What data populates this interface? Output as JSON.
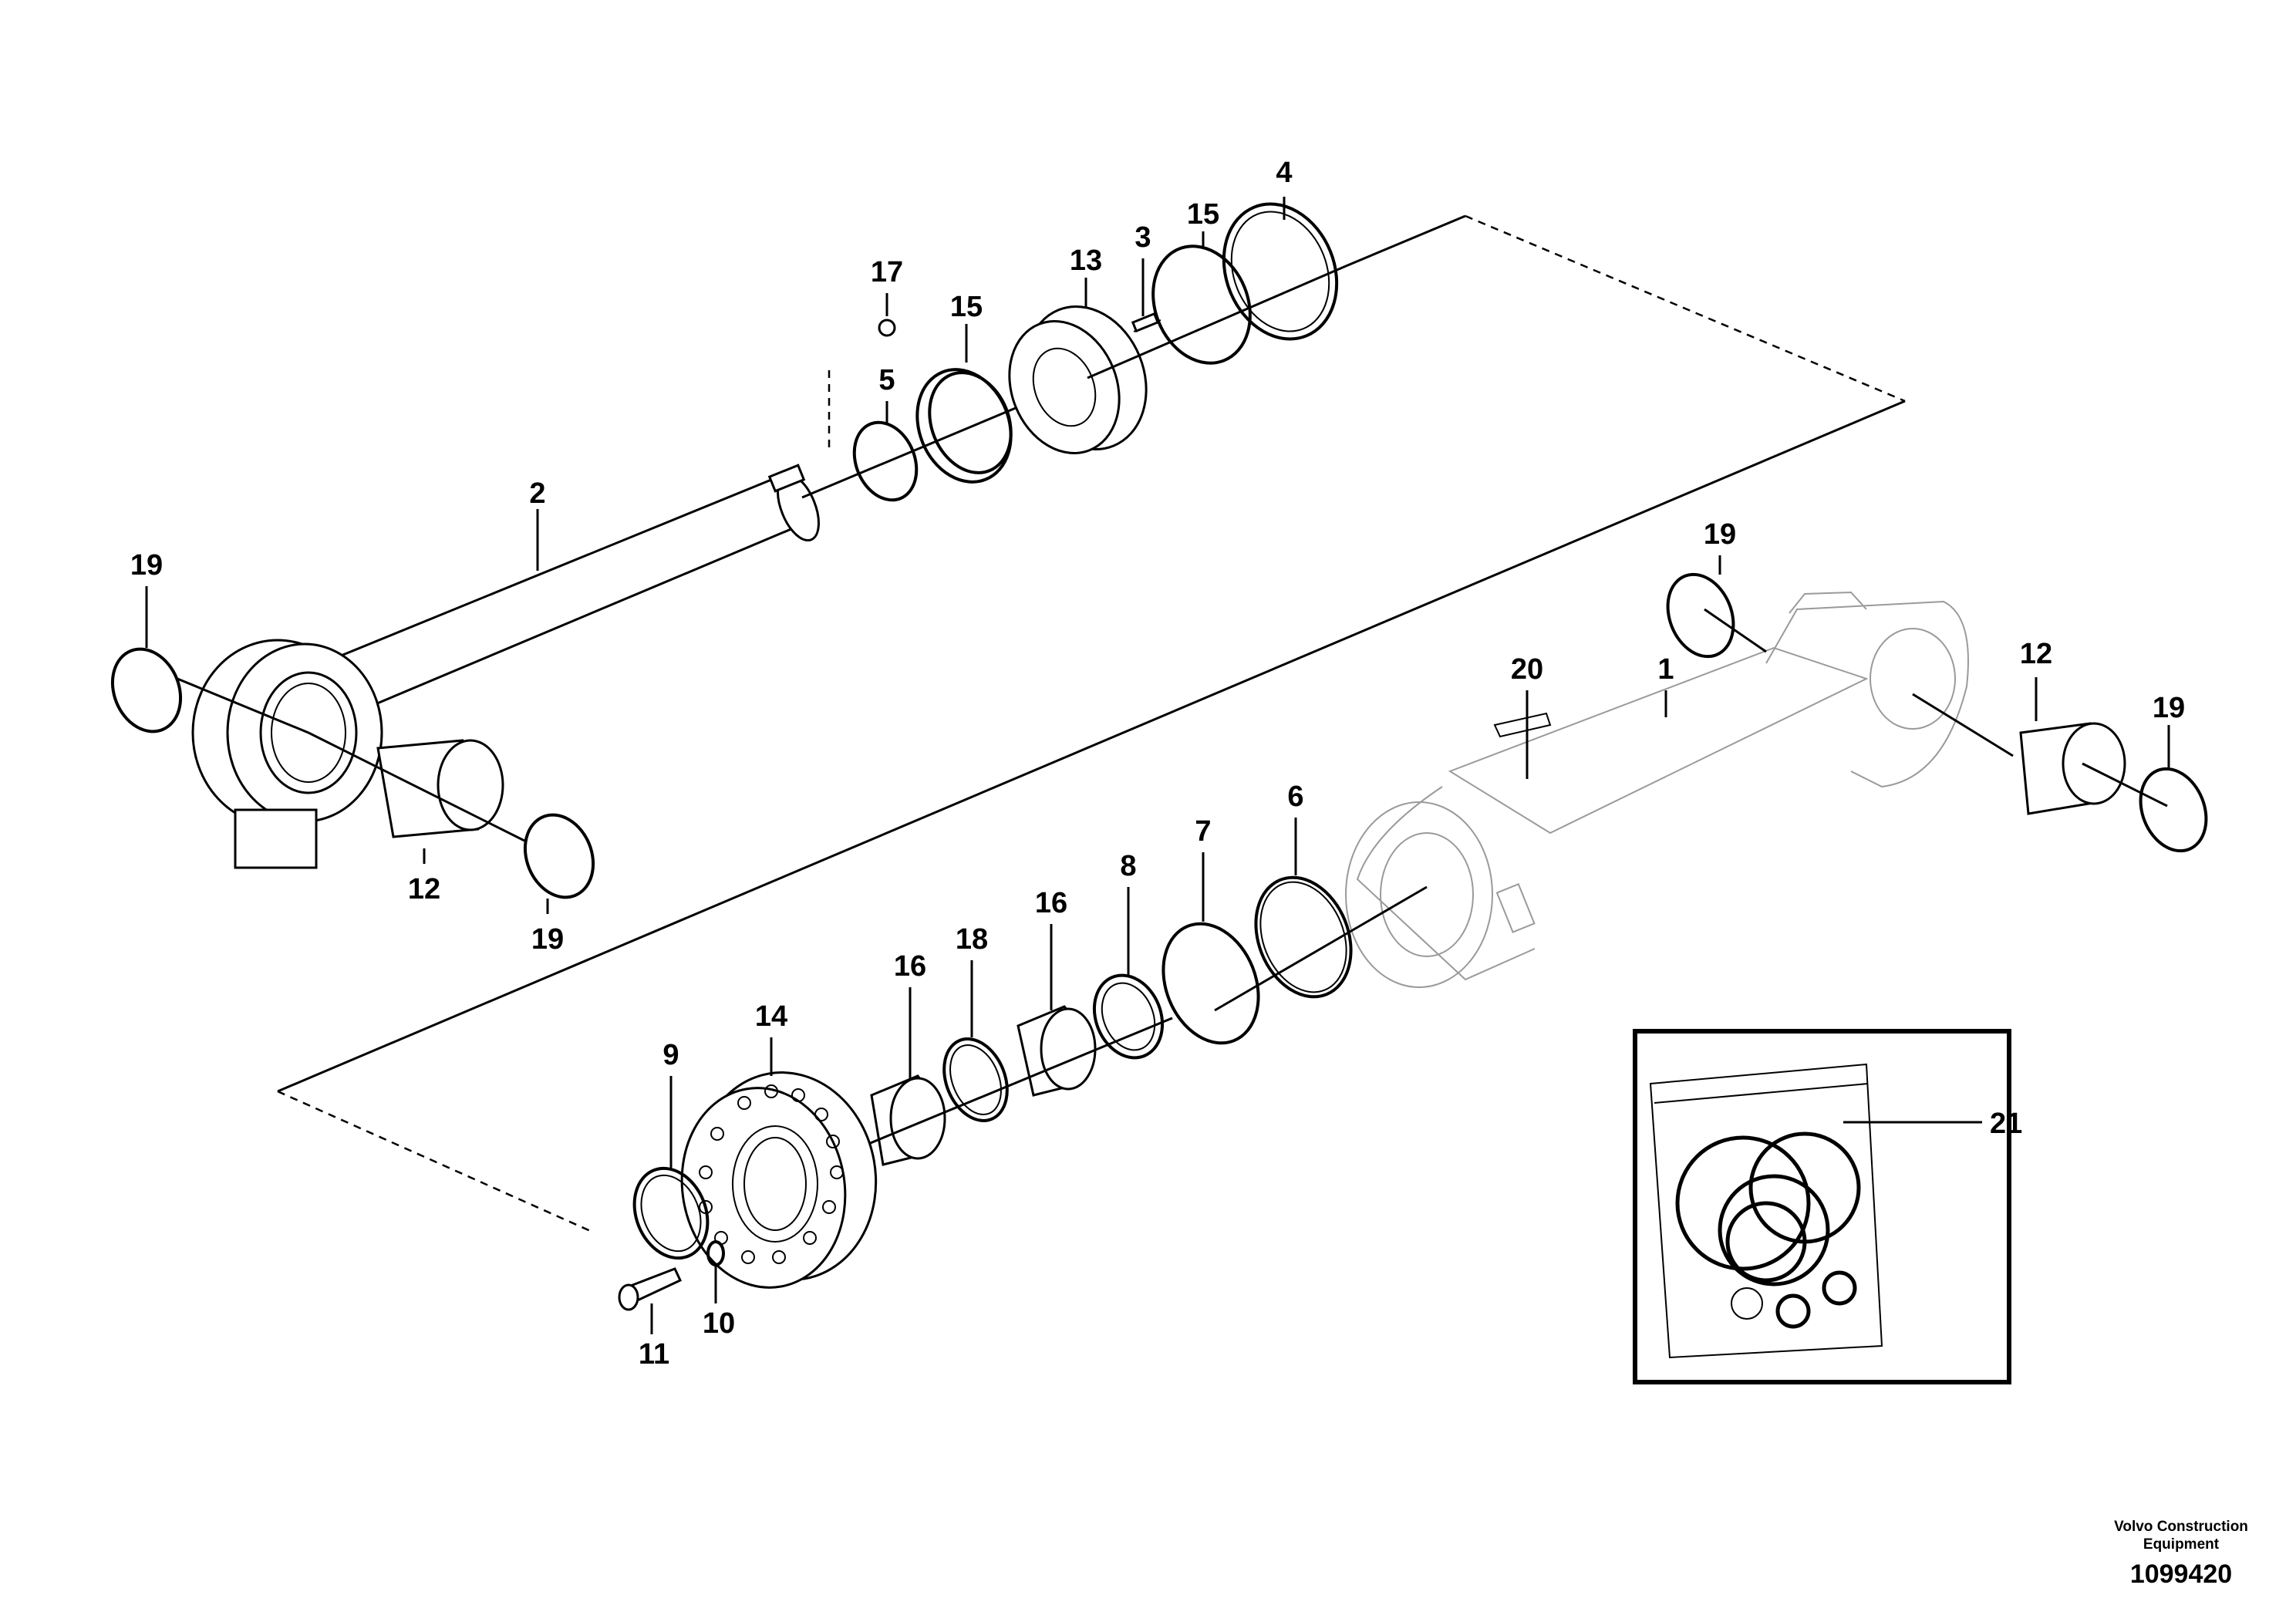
{
  "callouts": {
    "c1": "1",
    "c2": "2",
    "c3": "3",
    "c4": "4",
    "c5": "5",
    "c6": "6",
    "c7": "7",
    "c8": "8",
    "c9": "9",
    "c10": "10",
    "c11": "11",
    "c12a": "12",
    "c12b": "12",
    "c13": "13",
    "c14": "14",
    "c15a": "15",
    "c15b": "15",
    "c16a": "16",
    "c16b": "16",
    "c17": "17",
    "c18": "18",
    "c19a": "19",
    "c19b": "19",
    "c19c": "19",
    "c19d": "19",
    "c20": "20",
    "c21": "21"
  },
  "footer": {
    "company_line1": "Volvo Construction",
    "company_line2": "Equipment",
    "drawing_number": "1099420"
  },
  "colors": {
    "ink": "#000000",
    "background": "#ffffff"
  }
}
